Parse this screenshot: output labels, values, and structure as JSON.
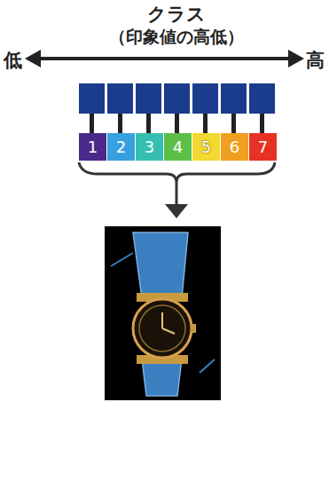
{
  "diagram": {
    "title": "クラス",
    "nodes": [
      {
        "text": [
          "1"
        ]
      },
      {
        "text": [
          "2"
        ]
      },
      {
        "text": [
          "3"
        ]
      },
      {
        "text": [
          "4"
        ]
      },
      {
        "text": [
          "5"
        ]
      },
      {
        "text": [
          "6"
        ]
      },
      {
        "text": [
          "7"
        ]
      }
    ],
    "labels": [
      "（印象値の高低）",
      "低",
      "高"
    ]
  }
}
